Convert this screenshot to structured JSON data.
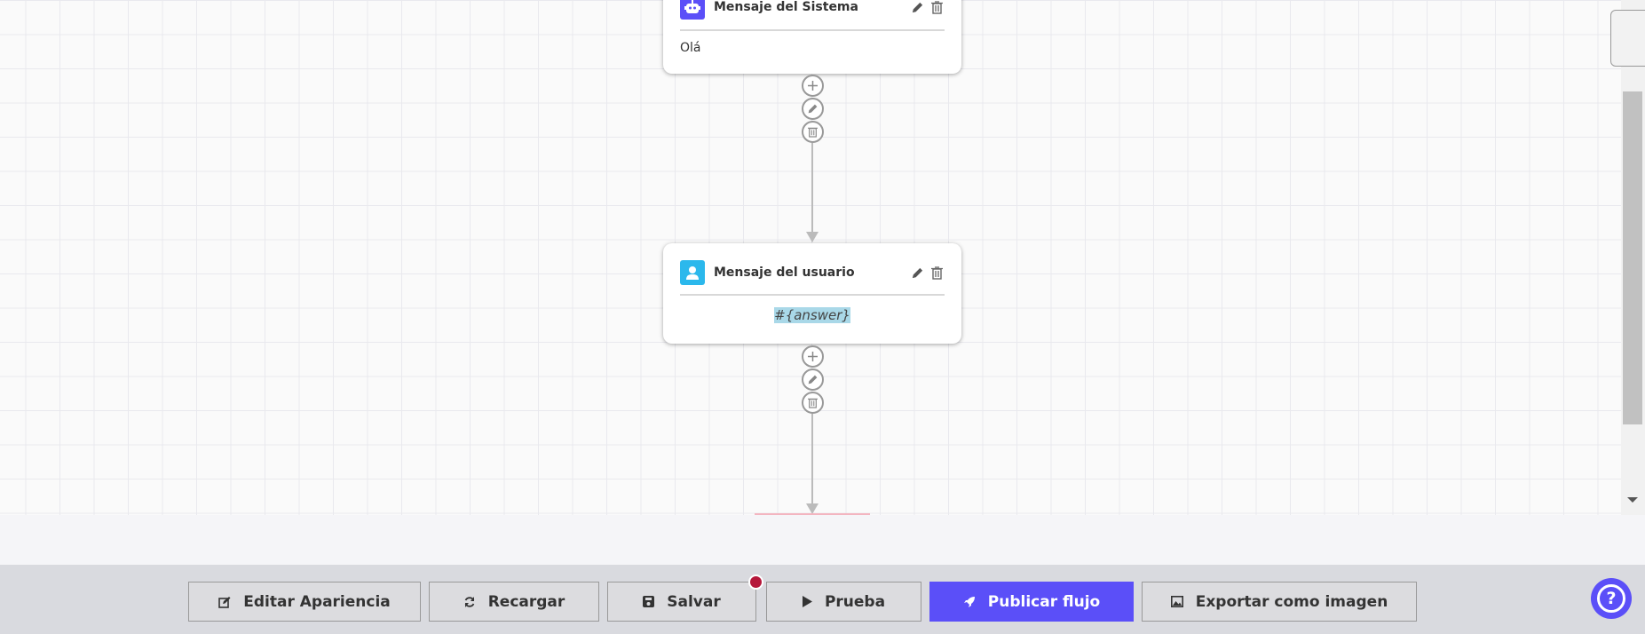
{
  "flow": {
    "nodes": [
      {
        "type": "system",
        "title": "Mensaje del Sistema",
        "content": "Olá",
        "icon": "robot-icon",
        "icon_color": "#5b4ff8"
      },
      {
        "type": "user",
        "title": "Mensaje del usuario",
        "content": "#{answer}",
        "icon": "user-icon",
        "icon_color": "#2bb8ec"
      }
    ]
  },
  "footer": {
    "buttons": [
      {
        "label": "Editar Apariencia",
        "icon": "edit-icon"
      },
      {
        "label": "Recargar",
        "icon": "refresh-icon"
      },
      {
        "label": "Salvar",
        "icon": "save-icon",
        "unsaved_indicator": true
      },
      {
        "label": "Prueba",
        "icon": "play-icon"
      },
      {
        "label": "Publicar flujo",
        "icon": "rocket-icon",
        "primary": true
      },
      {
        "label": "Exportar como imagen",
        "icon": "image-icon"
      }
    ],
    "help_icon": "question-icon",
    "accent": "#5b4ff8",
    "indicator_color": "#b5173a"
  }
}
